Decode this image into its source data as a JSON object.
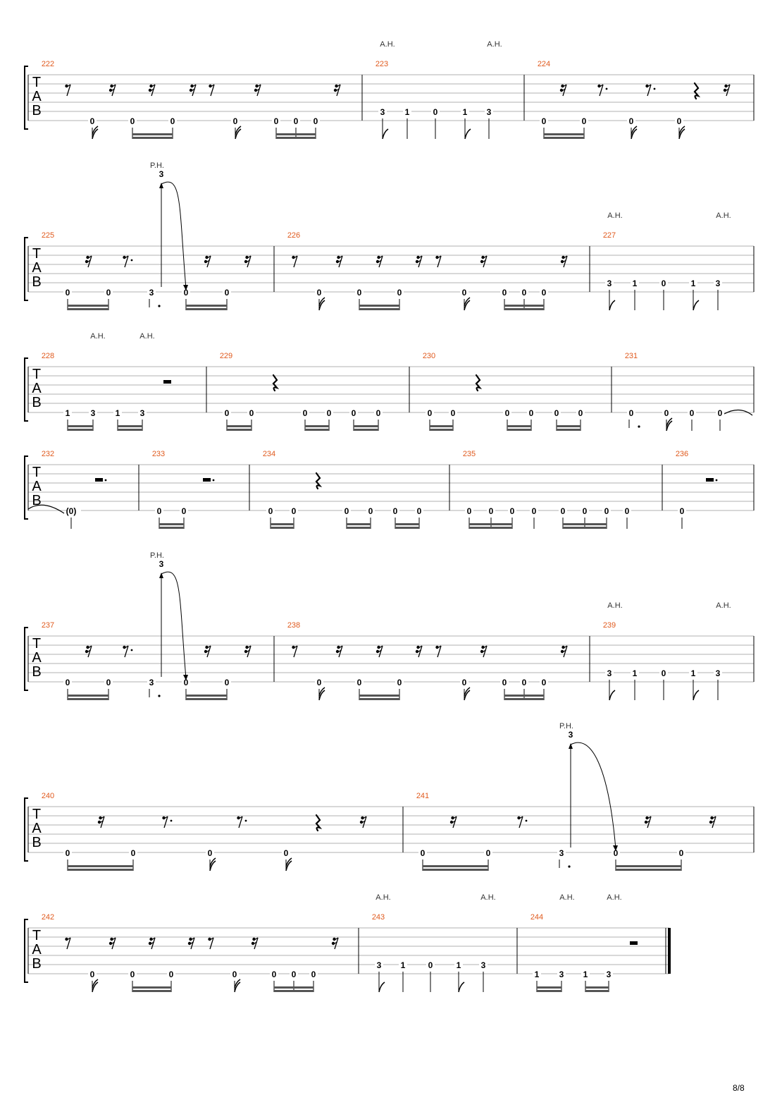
{
  "document": {
    "title": "",
    "page_number": "8/8",
    "colors": {
      "measure_number": "#e05a1e",
      "ink": "#000000",
      "staff_line": "#b0b0b0"
    },
    "tab_clef": [
      "T",
      "A",
      "B"
    ]
  },
  "systems": [
    {
      "measures": [
        {
          "number": "222",
          "annotations": [],
          "frets": [
            "0",
            "0",
            "0",
            "0",
            "0",
            "0",
            "0"
          ]
        },
        {
          "number": "223",
          "annotations": [
            "A.H.",
            "A.H."
          ],
          "frets": [
            "3",
            "1",
            "0",
            "1",
            "3"
          ]
        },
        {
          "number": "224",
          "annotations": [],
          "frets": [
            "0",
            "0",
            "0",
            "0"
          ]
        }
      ]
    },
    {
      "measures": [
        {
          "number": "225",
          "annotations": [
            "P.H."
          ],
          "frets": [
            "0",
            "0",
            "3",
            "0",
            "0"
          ],
          "slur_fret": "3"
        },
        {
          "number": "226",
          "annotations": [],
          "frets": [
            "0",
            "0",
            "0",
            "0",
            "0",
            "0",
            "0"
          ]
        },
        {
          "number": "227",
          "annotations": [
            "A.H.",
            "A.H."
          ],
          "frets": [
            "3",
            "1",
            "0",
            "1",
            "3"
          ]
        }
      ]
    },
    {
      "measures": [
        {
          "number": "228",
          "annotations": [
            "A.H.",
            "A.H."
          ],
          "frets": [
            "1",
            "3",
            "1",
            "3"
          ]
        },
        {
          "number": "229",
          "annotations": [],
          "frets": [
            "0",
            "0",
            "0",
            "0",
            "0",
            "0"
          ]
        },
        {
          "number": "230",
          "annotations": [],
          "frets": [
            "0",
            "0",
            "0",
            "0",
            "0",
            "0"
          ]
        },
        {
          "number": "231",
          "annotations": [],
          "frets": [
            "0",
            "0",
            "0",
            "0"
          ]
        }
      ]
    },
    {
      "measures": [
        {
          "number": "232",
          "annotations": [],
          "frets": [
            "(0)"
          ]
        },
        {
          "number": "233",
          "annotations": [],
          "frets": [
            "0",
            "0"
          ]
        },
        {
          "number": "234",
          "annotations": [],
          "frets": [
            "0",
            "0",
            "0",
            "0",
            "0",
            "0"
          ]
        },
        {
          "number": "235",
          "annotations": [],
          "frets": [
            "0",
            "0",
            "0",
            "0",
            "0",
            "0",
            "0",
            "0"
          ]
        },
        {
          "number": "236",
          "annotations": [],
          "frets": [
            "0"
          ]
        }
      ]
    },
    {
      "measures": [
        {
          "number": "237",
          "annotations": [
            "P.H."
          ],
          "frets": [
            "0",
            "0",
            "3",
            "0",
            "0"
          ],
          "slur_fret": "3"
        },
        {
          "number": "238",
          "annotations": [],
          "frets": [
            "0",
            "0",
            "0",
            "0",
            "0",
            "0",
            "0"
          ]
        },
        {
          "number": "239",
          "annotations": [
            "A.H.",
            "A.H."
          ],
          "frets": [
            "3",
            "1",
            "0",
            "1",
            "3"
          ]
        }
      ]
    },
    {
      "measures": [
        {
          "number": "240",
          "annotations": [],
          "frets": [
            "0",
            "0",
            "0",
            "0"
          ]
        },
        {
          "number": "241",
          "annotations": [
            "P.H."
          ],
          "frets": [
            "0",
            "0",
            "3",
            "0",
            "0"
          ],
          "slur_fret": "3"
        }
      ]
    },
    {
      "measures": [
        {
          "number": "242",
          "annotations": [],
          "frets": [
            "0",
            "0",
            "0",
            "0",
            "0",
            "0",
            "0"
          ]
        },
        {
          "number": "243",
          "annotations": [
            "A.H.",
            "A.H."
          ],
          "frets": [
            "3",
            "1",
            "0",
            "1",
            "3"
          ]
        },
        {
          "number": "244",
          "annotations": [
            "A.H.",
            "A.H."
          ],
          "frets": [
            "1",
            "3",
            "1",
            "3"
          ]
        }
      ]
    }
  ]
}
